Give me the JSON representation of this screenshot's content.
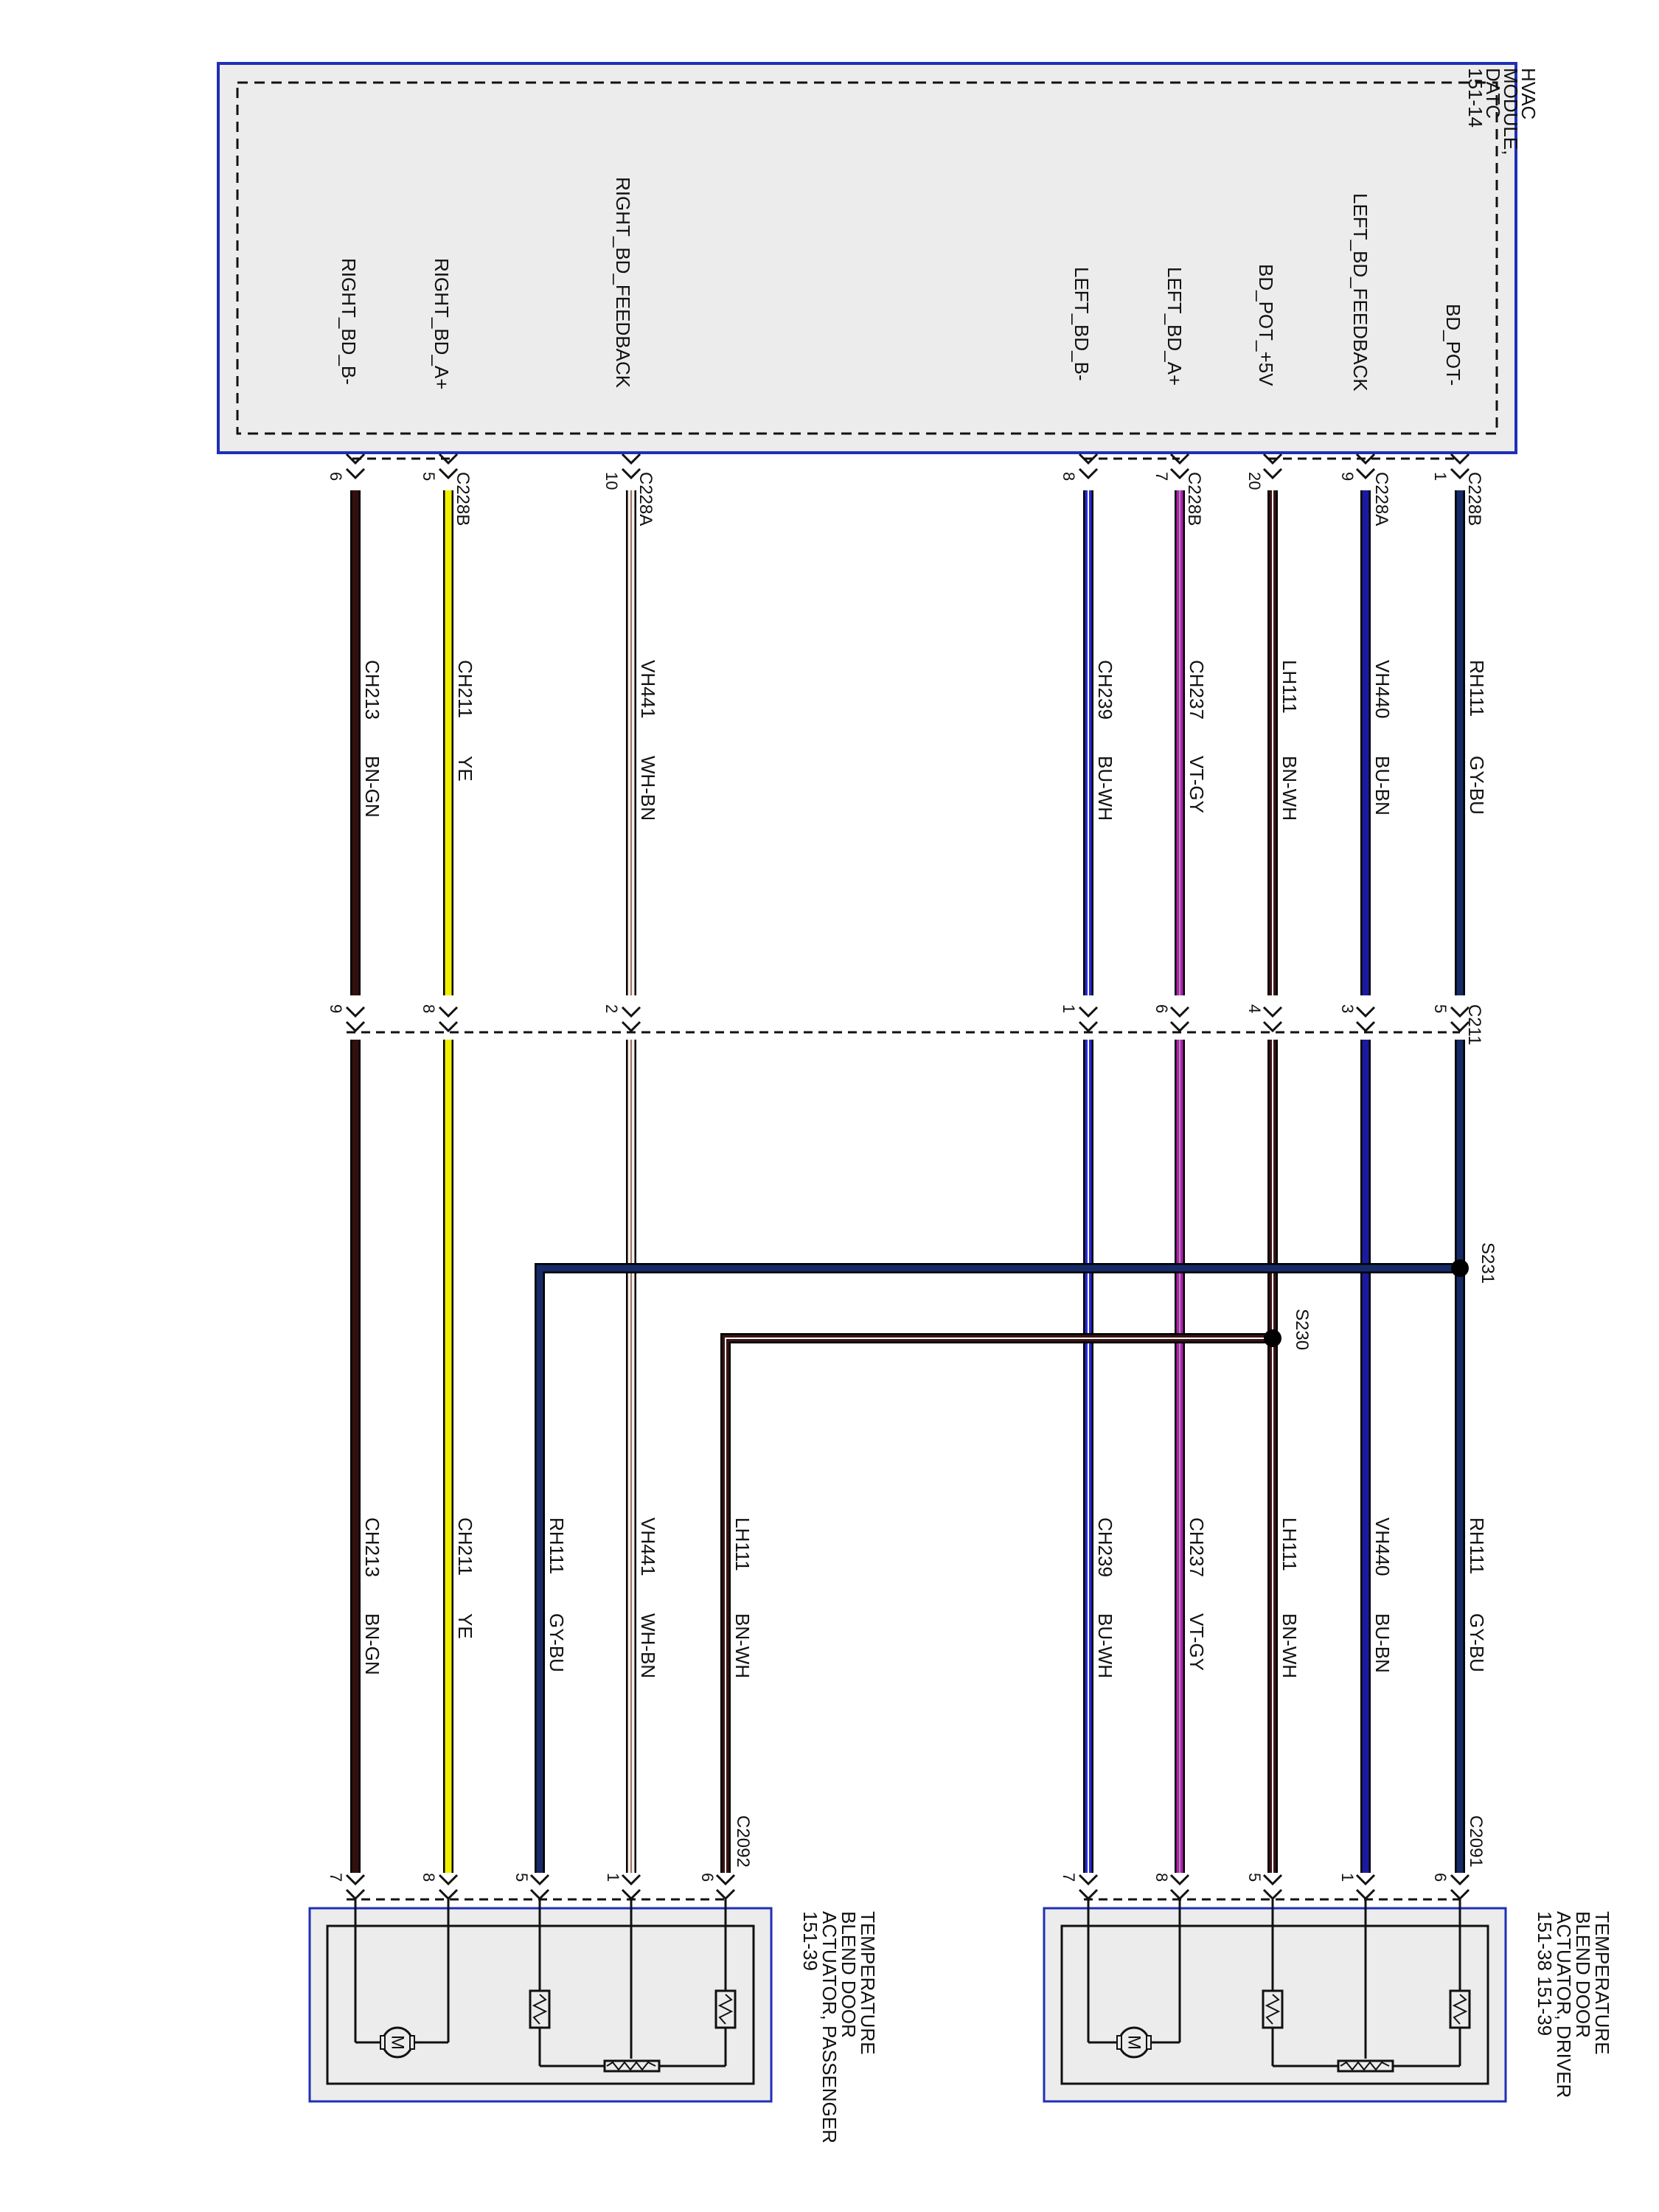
{
  "colors": {
    "module_border": "#1f2fb8",
    "module_fill": "#ececec",
    "dashed": "#111111",
    "wire_outline": "#000000",
    "GY-BU": "#162a66",
    "BU-BN": "#1a1aa0",
    "BN-WH": "#3a1414",
    "VT-GY": "#b51db5",
    "BU-WH": "#2a2ad0",
    "WH-BN": "#f4f0ec",
    "YE": "#f0f000",
    "BN-GN": "#331010"
  },
  "hvac_module": {
    "title_lines": [
      "HVAC",
      "MODULE,",
      "DATC",
      "151-14"
    ]
  },
  "signals": [
    "BD_POT-",
    "LEFT_BD_FEEDBACK",
    "BD_POT_+5V",
    "LEFT_BD_A+",
    "LEFT_BD_B-",
    "RIGHT_BD_FEEDBACK",
    "RIGHT_BD_A+",
    "RIGHT_BD_B-"
  ],
  "module_connectors": [
    {
      "name": "C228B",
      "pin": "1"
    },
    {
      "name": "C228A",
      "pin": "9"
    },
    {
      "name": "",
      "pin": "20"
    },
    {
      "name": "C228B",
      "pin": "7"
    },
    {
      "name": "",
      "pin": "8"
    },
    {
      "name": "C228A",
      "pin": "10"
    },
    {
      "name": "C228B",
      "pin": "5"
    },
    {
      "name": "",
      "pin": "6"
    }
  ],
  "c211": {
    "name": "C211",
    "pins": [
      "5",
      "3",
      "4",
      "6",
      "1",
      "2",
      "8",
      "9"
    ]
  },
  "wires_upper": [
    {
      "circuit": "RH111",
      "color": "GY-BU"
    },
    {
      "circuit": "VH440",
      "color": "BU-BN"
    },
    {
      "circuit": "LH111",
      "color": "BN-WH"
    },
    {
      "circuit": "CH237",
      "color": "VT-GY"
    },
    {
      "circuit": "CH239",
      "color": "BU-WH"
    },
    {
      "circuit": "VH441",
      "color": "WH-BN"
    },
    {
      "circuit": "CH211",
      "color": "YE"
    },
    {
      "circuit": "CH213",
      "color": "BN-GN"
    }
  ],
  "wires_lower": [
    {
      "circuit": "RH111",
      "color": "GY-BU"
    },
    {
      "circuit": "VH440",
      "color": "BU-BN"
    },
    {
      "circuit": "LH111",
      "color": "BN-WH"
    },
    {
      "circuit": "CH237",
      "color": "VT-GY"
    },
    {
      "circuit": "CH239",
      "color": "BU-WH"
    },
    {
      "circuit": "LH111",
      "color": "BN-WH"
    },
    {
      "circuit": "VH441",
      "color": "WH-BN"
    },
    {
      "circuit": "RH111",
      "color": "GY-BU"
    },
    {
      "circuit": "CH211",
      "color": "YE"
    },
    {
      "circuit": "CH213",
      "color": "BN-GN"
    }
  ],
  "splices": [
    {
      "name": "S231"
    },
    {
      "name": "S230"
    }
  ],
  "driver_actuator": {
    "connector": "C2091",
    "pins": [
      "6",
      "1",
      "5",
      "8",
      "7"
    ],
    "title_lines": [
      "TEMPERATURE",
      "BLEND DOOR",
      "ACTUATOR, DRIVER",
      "151-38  151-39"
    ]
  },
  "passenger_actuator": {
    "connector": "C2092",
    "pins": [
      "6",
      "1",
      "5",
      "8",
      "7"
    ],
    "title_lines": [
      "TEMPERATURE",
      "BLEND DOOR",
      "ACTUATOR, PASSENGER",
      "151-39"
    ]
  },
  "motor_symbol": "M"
}
